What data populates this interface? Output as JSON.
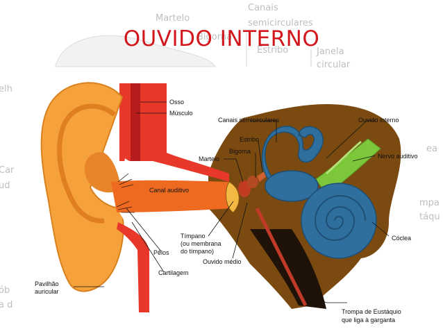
{
  "slide": {
    "title": "OUVIDO INTERNO",
    "title_color": "#d2161b"
  },
  "background_labels": {
    "martelo": "Martelo",
    "canais": "Canais",
    "semicirculares": "semicirculares",
    "bigorna": "Bigorna",
    "estribo": "Estribo",
    "janela": "Janela",
    "circular": "circular",
    "left_1": "elh",
    "left_2": "Car",
    "left_3": "ud",
    "left_4": "ób",
    "left_5": "a d",
    "right_1": "ea",
    "right_2": "mpa",
    "right_3": "táqu"
  },
  "diagram": {
    "labels": {
      "osso": "Osso",
      "musculo": "Músculo",
      "canais_semicirculares": "Canais semicirculares",
      "ouvido_interno": "Ouvido interno",
      "estribo": "Estribo",
      "bigorna": "Bigorna",
      "martelo": "Martelo",
      "nervo_auditivo": "Nervo auditivo",
      "canal_auditivo": "Canal auditivo",
      "timpano_1": "Tímpano",
      "timpano_2": "(ou membrana",
      "timpano_3": "do tímpano)",
      "pelos": "Pêlos",
      "ouvido_medio": "Ouvido médio",
      "coclea": "Cóclea",
      "cartilagem": "Cartilagem",
      "pavilhao_1": "Pavilhão",
      "pavilhao_2": "auricular",
      "trompa_1": "Trompa de Eustáquio",
      "trompa_2": "que liga à garganta"
    },
    "colors": {
      "ear": "#f6a23c",
      "ear_dark": "#e07f1f",
      "canal": "#ee6a21",
      "bone": "#e8382a",
      "tissue": "#7a4a10",
      "inner_ear": "#2f6f9e",
      "nerve": "#7cc83a"
    }
  }
}
